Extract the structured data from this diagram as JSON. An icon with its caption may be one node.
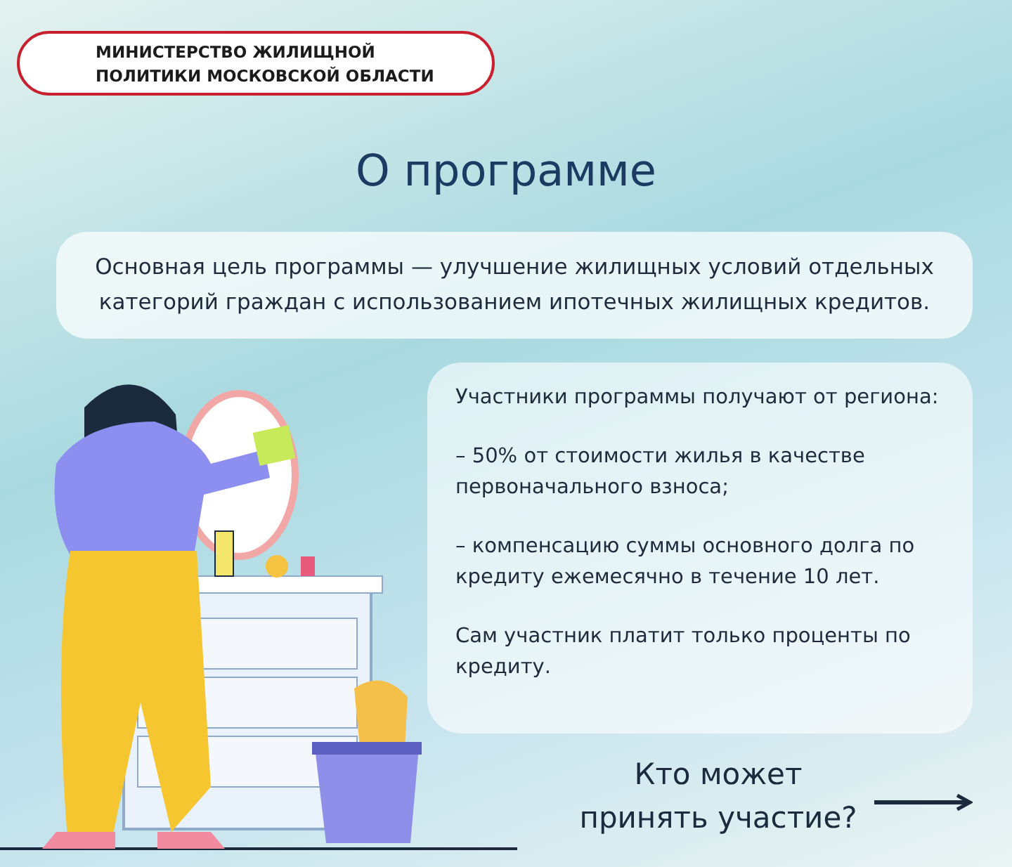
{
  "diagram": {
    "title": "О программе",
    "nodes": [
      {
        "text": [
          "МИНИСТЕРСТВО ЖИЛИЩНОЙ ПОЛИТИКИ МОСКОВСКОЙ ОБЛАСТИ"
        ]
      },
      {
        "text": [
          "Основная цель программы — улучшение жилищных условий отдельных категорий граждан с использованием ипотечных жилищных кредитов."
        ]
      },
      {
        "text": [
          "Участники программы получают от региона:",
          "– 50% от стоимости жилья в качестве первоначального взноса;",
          "– компенсацию суммы основного долга по кредиту ежемесячно в течение 10 лет.",
          "Сам участник платит только проценты по кредиту."
        ]
      }
    ],
    "labels": [
      "Кто может принять участие?"
    ]
  }
}
